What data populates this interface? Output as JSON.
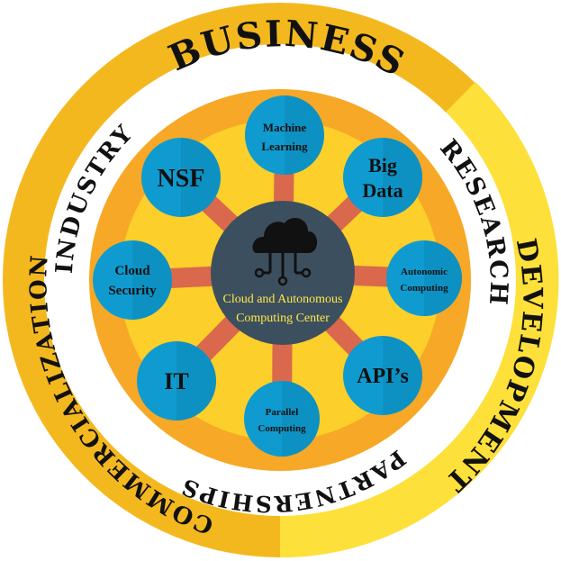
{
  "outer_ring": {
    "labels": [
      "BUSINESS",
      "DEVELOPMENT",
      "COMMERCIALIZATION"
    ],
    "colors": {
      "main": "#f4b81f",
      "accent": "#fde03a",
      "border": "#ffffff"
    }
  },
  "inner_ring": {
    "labels": [
      "INDUSTRY",
      "RESEARCH",
      "PARTNERSHIPS"
    ],
    "color": "#ffffff"
  },
  "hub": {
    "icon": "cloud-network-icon",
    "title_line1": "Cloud and Autonomous",
    "title_line2": "Computing Center",
    "color": "#3c4f5e",
    "text_color": "#ffe94a"
  },
  "disc": {
    "outer_color": "#f7a826",
    "inner_color": "#fccf2a"
  },
  "spoke_color": "#d9684c",
  "nodes": [
    {
      "id": "machine-learning",
      "lines": [
        "Machine",
        "Learning"
      ],
      "color": "#0f9bd0"
    },
    {
      "id": "big-data",
      "lines": [
        "Big",
        "Data"
      ],
      "color": "#0f9bd0"
    },
    {
      "id": "autonomic-computing",
      "lines": [
        "Autonomic",
        "Computing"
      ],
      "color": "#0f9bd0"
    },
    {
      "id": "apis",
      "lines": [
        "API’s"
      ],
      "color": "#0f9bd0"
    },
    {
      "id": "parallel-computing",
      "lines": [
        "Parallel",
        "Computing"
      ],
      "color": "#0f9bd0"
    },
    {
      "id": "it",
      "lines": [
        "IT"
      ],
      "color": "#0f9bd0"
    },
    {
      "id": "cloud-security",
      "lines": [
        "Cloud",
        "Security"
      ],
      "color": "#0f9bd0"
    },
    {
      "id": "nsf",
      "lines": [
        "NSF"
      ],
      "color": "#0f9bd0"
    }
  ]
}
